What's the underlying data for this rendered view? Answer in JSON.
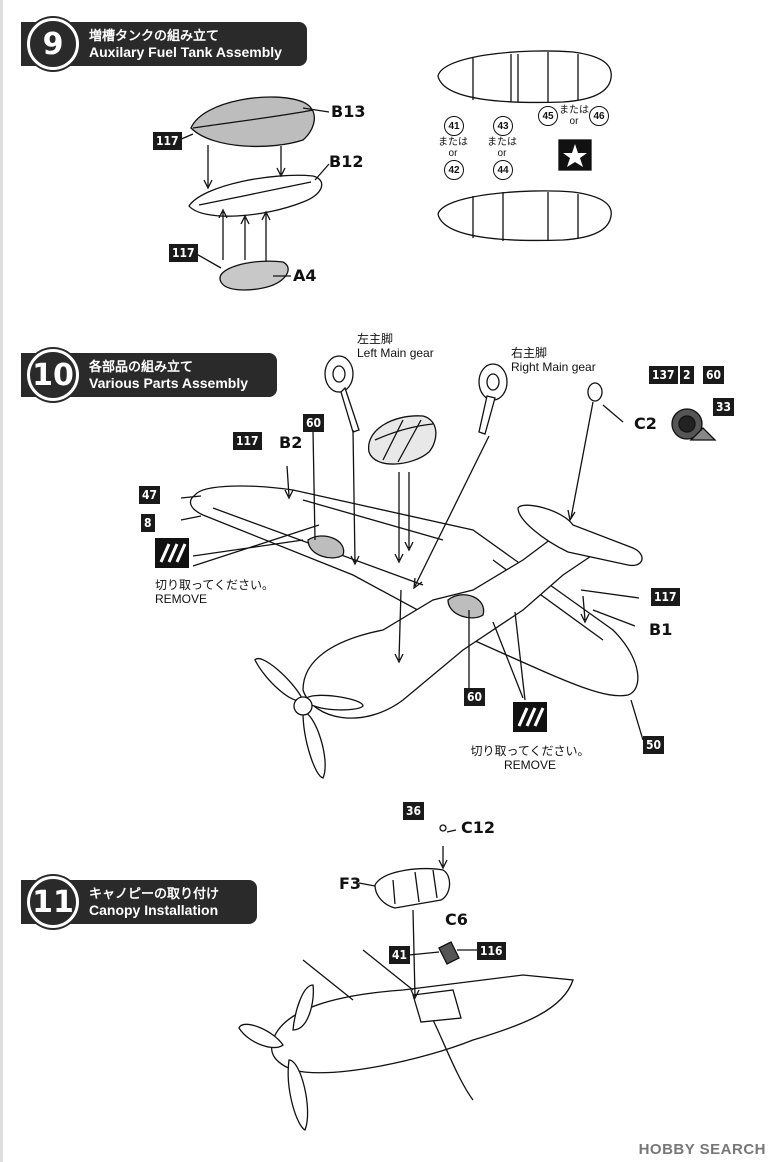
{
  "steps": [
    {
      "number": "9",
      "title_jp": "増槽タンクの組み立て",
      "title_en": "Auxilary Fuel Tank Assembly"
    },
    {
      "number": "10",
      "title_jp": "各部品の組み立て",
      "title_en": "Various Parts Assembly"
    },
    {
      "number": "11",
      "title_jp": "キャノピーの取り付け",
      "title_en": "Canopy Installation"
    }
  ],
  "step9": {
    "part_labels": [
      "B13",
      "B12",
      "A4"
    ],
    "glue_code": "117",
    "decals": [
      "41",
      "42",
      "43",
      "44",
      "45",
      "46"
    ],
    "or_jp": "または",
    "or_en": "or"
  },
  "step10": {
    "left_gear_jp": "左主脚",
    "left_gear_en": "Left Main gear",
    "right_gear_jp": "右主脚",
    "right_gear_en": "Right Main gear",
    "labels": {
      "b2": "B2",
      "c2": "C2",
      "b1": "B1"
    },
    "codes": {
      "c117": "117",
      "c60": "60",
      "c47": "47",
      "c8": "8",
      "c137": "137",
      "c2": "2",
      "c33": "33",
      "c50": "50"
    },
    "remove_jp": "切り取ってください。",
    "remove_en": "REMOVE"
  },
  "step11": {
    "labels": {
      "c12": "C12",
      "f3": "F3",
      "c6": "C6"
    },
    "codes": {
      "c36": "36",
      "c41": "41",
      "c116": "116"
    }
  },
  "watermark": "HOBBY SEARCH"
}
